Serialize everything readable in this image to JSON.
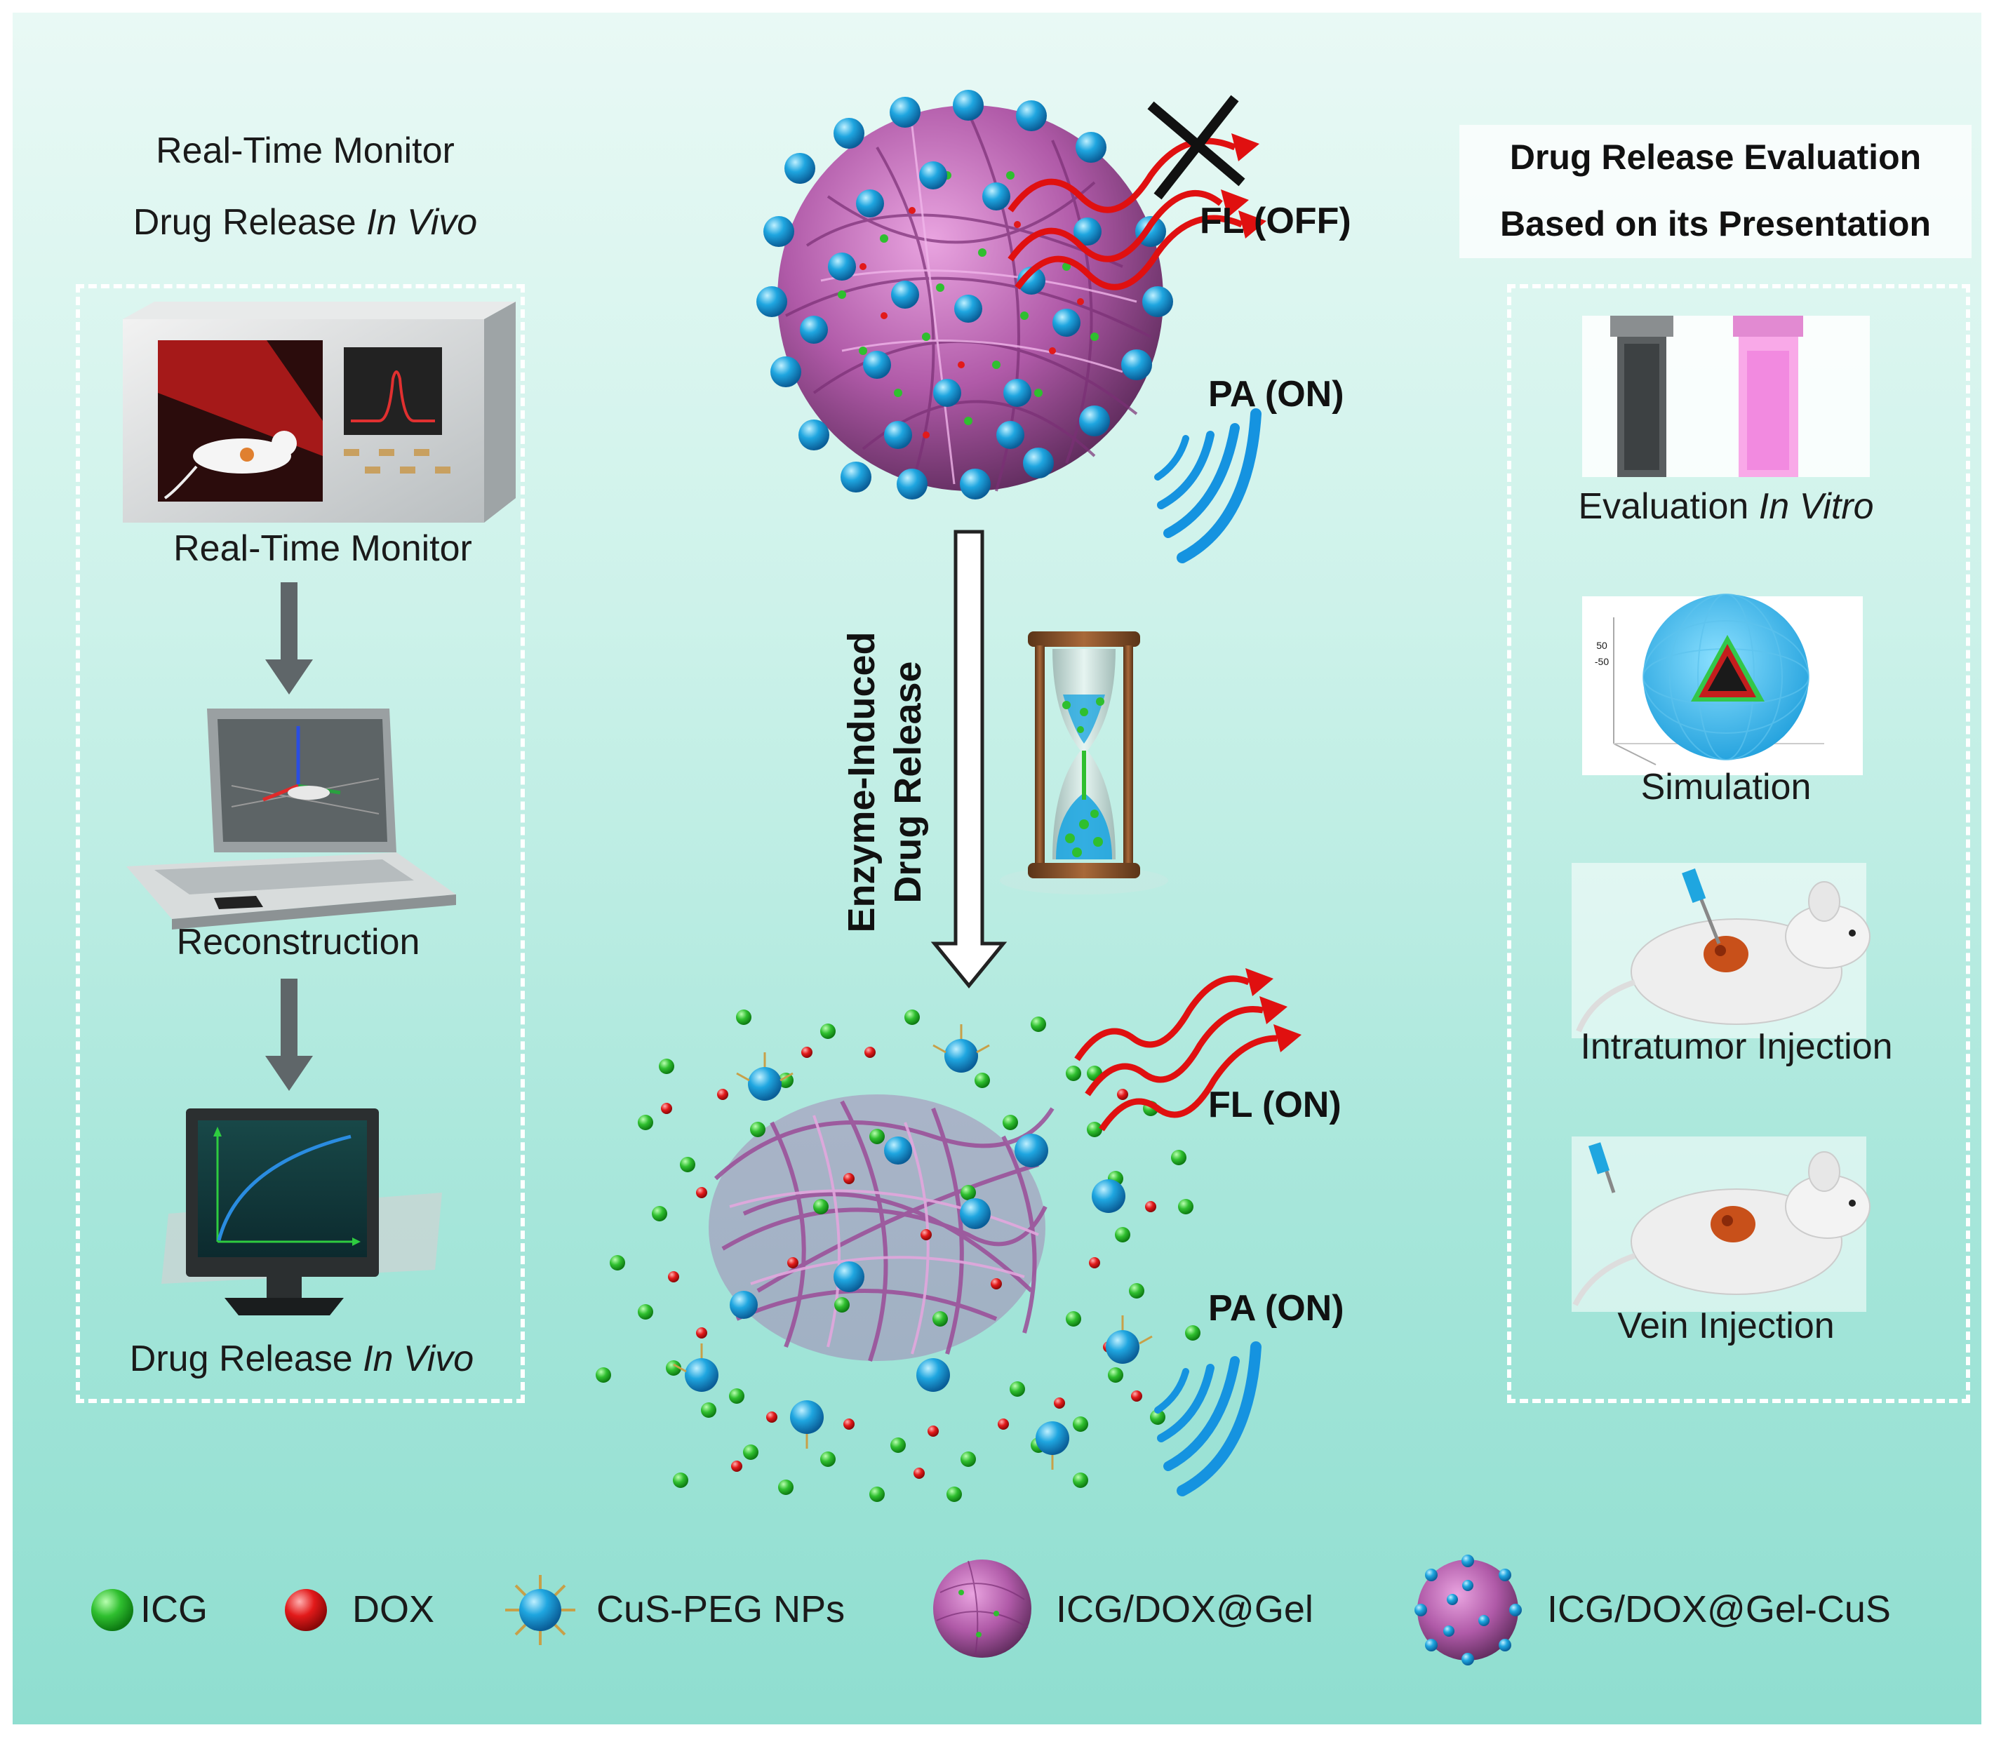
{
  "left_panel": {
    "heading_line1": "Real-Time Monitor",
    "heading_line2_prefix": "Drug Release ",
    "heading_line2_italic": "In Vivo",
    "steps": [
      {
        "label": "Real-Time Monitor",
        "icon": "monitoring-device-icon"
      },
      {
        "label": "Reconstruction",
        "icon": "laptop-icon"
      },
      {
        "label_prefix": "Drug Release ",
        "label_italic": "In Vivo",
        "icon": "computer-monitor-icon"
      }
    ]
  },
  "center": {
    "top_fl": "FL (OFF)",
    "top_pa": "PA (ON)",
    "arrow_label_line1": "Enzyme-Induced",
    "arrow_label_line2": "Drug Release",
    "bottom_fl": "FL (ON)",
    "bottom_pa": "PA (ON)"
  },
  "right_panel": {
    "heading_line1": "Drug Release Evaluation",
    "heading_line2": "Based on its Presentation",
    "items": [
      {
        "label_prefix": "Evaluation ",
        "label_italic": "In Vitro",
        "icon": "cuvettes-icon"
      },
      {
        "label": "Simulation",
        "icon": "sphere-simulation-icon",
        "tick1": "50",
        "tick2": "-50"
      },
      {
        "label": "Intratumor Injection",
        "icon": "mouse-intratumor-icon"
      },
      {
        "label": "Vein Injection",
        "icon": "mouse-vein-icon"
      }
    ]
  },
  "legend": [
    {
      "label": "ICG",
      "icon": "green-dot-icon"
    },
    {
      "label": "DOX",
      "icon": "red-dot-icon"
    },
    {
      "label": "CuS-PEG NPs",
      "icon": "cus-peg-nanoparticle-icon"
    },
    {
      "label": "ICG/DOX@Gel",
      "icon": "gel-sphere-icon"
    },
    {
      "label": "ICG/DOX@Gel-CuS",
      "icon": "gel-cus-sphere-icon"
    }
  ],
  "colors": {
    "icg": "#2fbf2f",
    "dox": "#e21a1a",
    "cus": "#1fa6e0",
    "gel": "#b05aa8",
    "fl_wave": "#e01010",
    "pa_wave": "#1593e0",
    "arrow_gray": "#5f6669"
  }
}
